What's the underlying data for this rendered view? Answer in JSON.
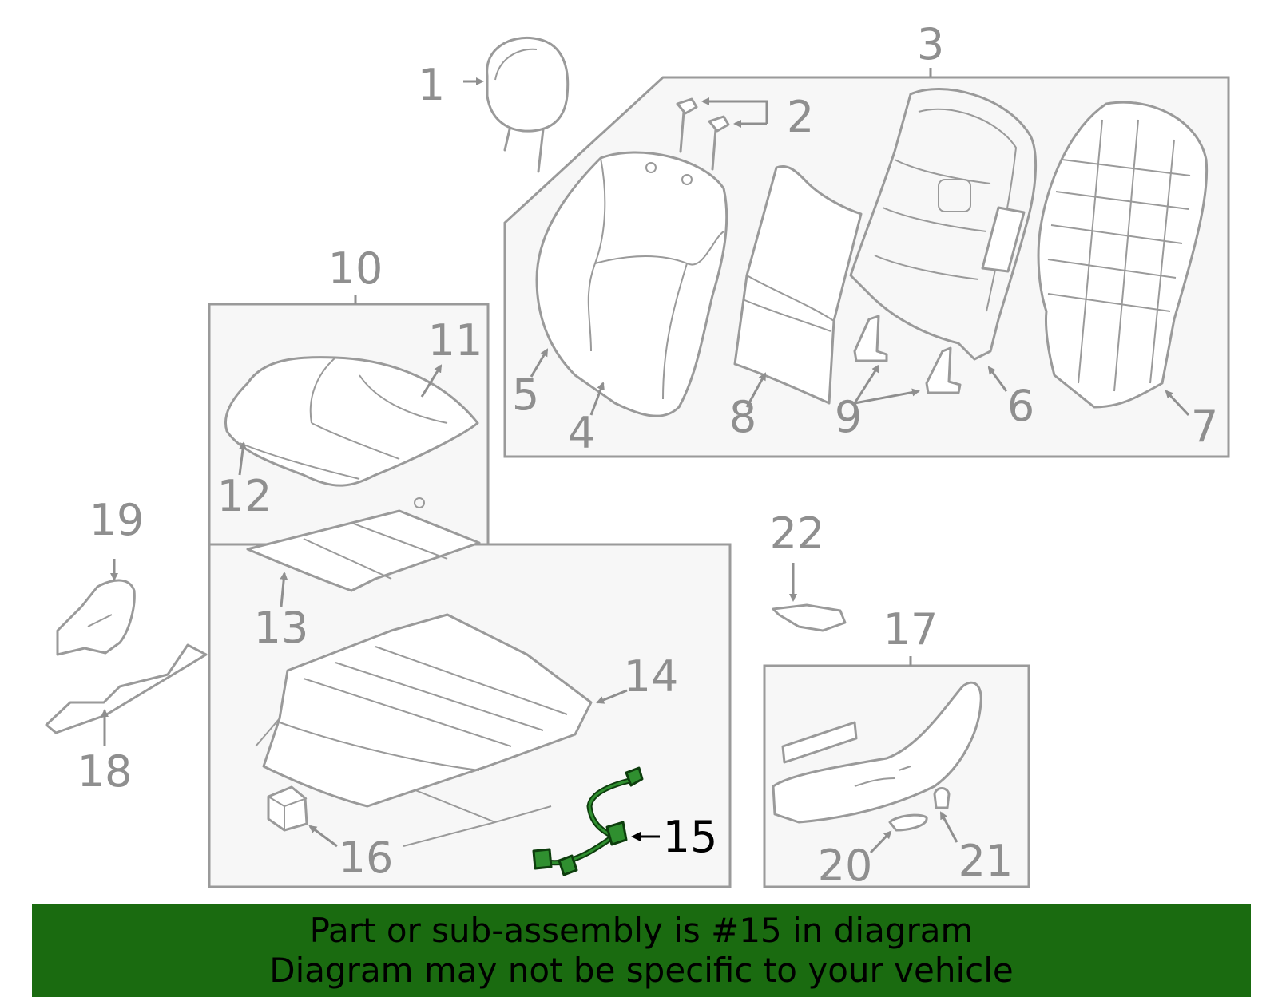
{
  "colors": {
    "line": "#9a9a9a",
    "label": "#8f8f8f",
    "highlight_part": "#2f8f2f",
    "highlight_label": "#000000",
    "banner": "#1a6b10"
  },
  "highlighted_part": "15",
  "callouts": [
    "1",
    "2",
    "3",
    "4",
    "5",
    "6",
    "7",
    "8",
    "9",
    "10",
    "11",
    "12",
    "13",
    "14",
    "15",
    "16",
    "17",
    "18",
    "19",
    "20",
    "21",
    "22"
  ],
  "banner": {
    "line1": "Part or sub-assembly is #15 in diagram",
    "line2": "Diagram may not be specific to your vehicle"
  }
}
